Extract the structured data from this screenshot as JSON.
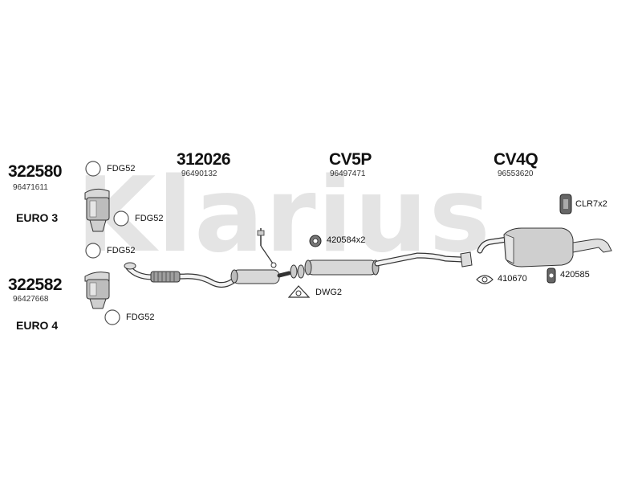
{
  "watermark": "Klarius",
  "sections": [
    {
      "code": "322580",
      "ref": "96471611",
      "euro": "EURO 3"
    },
    {
      "code": "322582",
      "ref": "96427668",
      "euro": "EURO 4"
    }
  ],
  "pipes": [
    {
      "code": "312026",
      "ref": "96490132"
    },
    {
      "code": "CV5P",
      "ref": "96497471"
    },
    {
      "code": "CV4Q",
      "ref": "96553620"
    }
  ],
  "fittings": {
    "fdg52_a": "FDG52",
    "fdg52_b": "FDG52",
    "fdg52_c": "FDG52",
    "fdg52_d": "FDG52",
    "clamp": "420584x2",
    "dwg": "DWG2",
    "clr": "CLR7x2",
    "gasket": "410670",
    "mount": "420585"
  }
}
